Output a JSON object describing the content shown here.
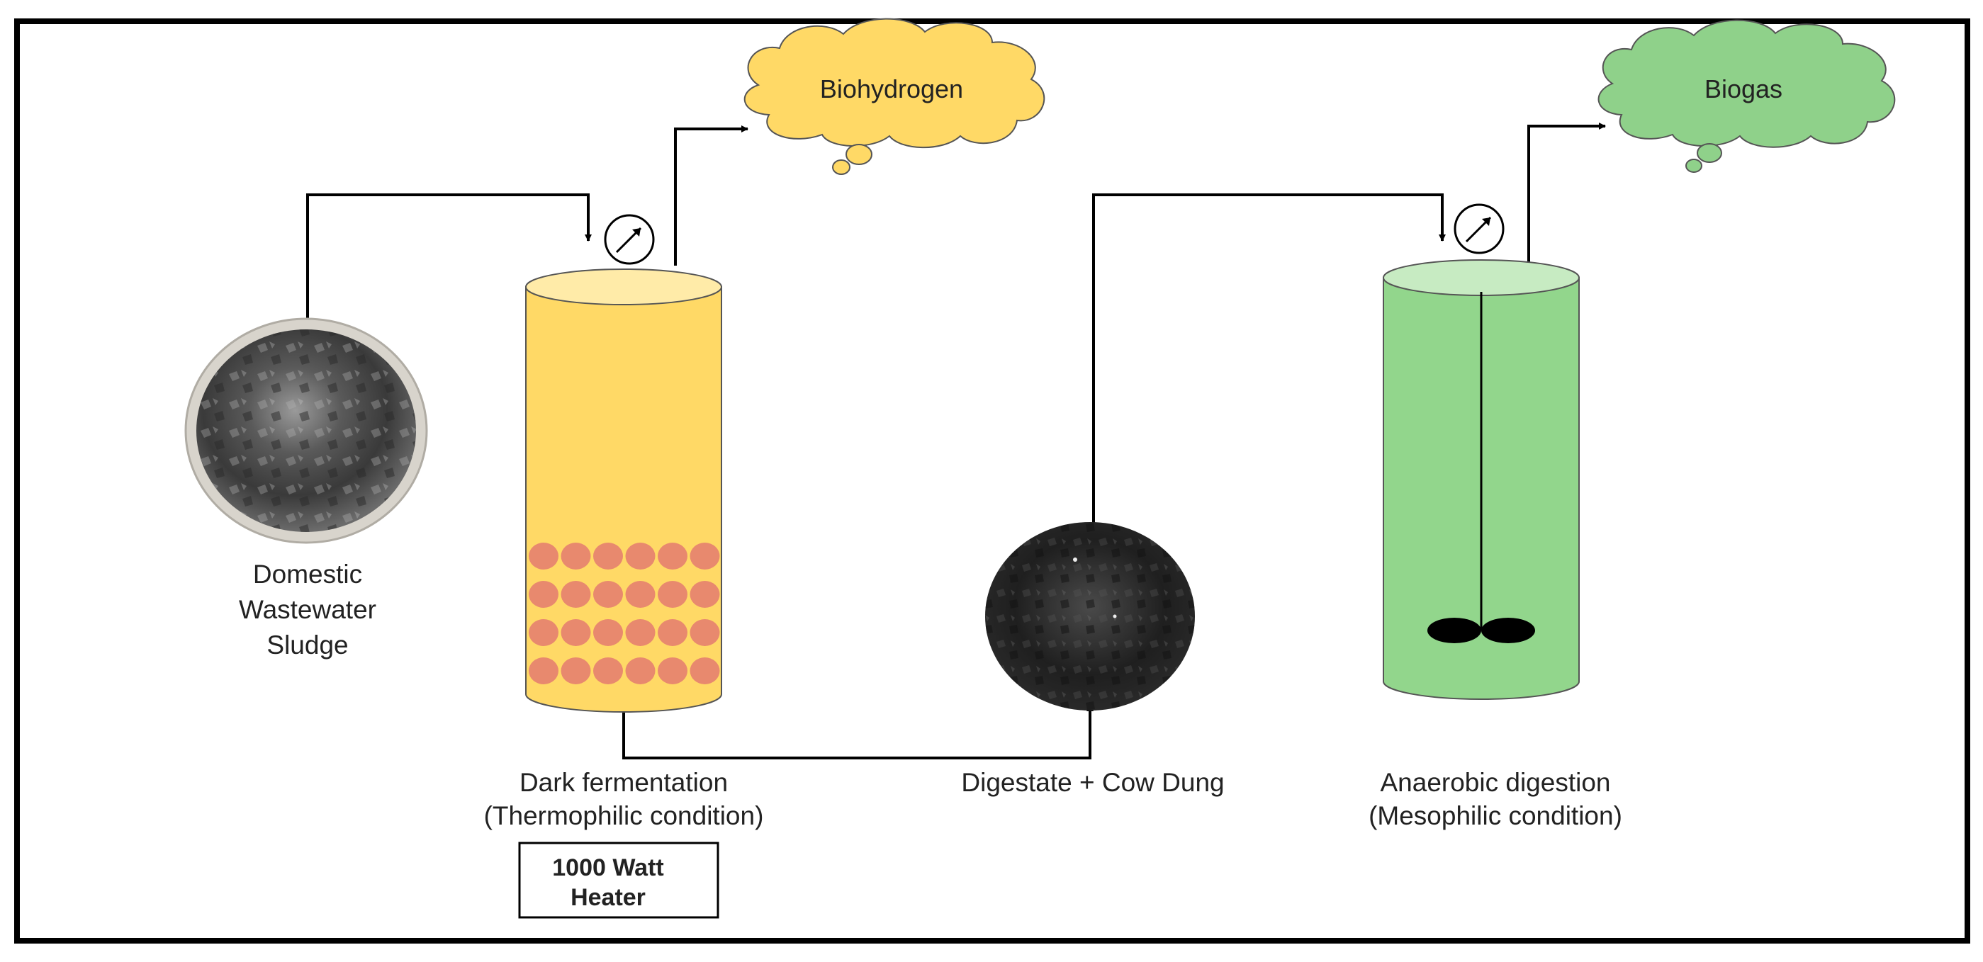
{
  "diagram": {
    "clouds": {
      "biohydrogen": "Biohydrogen",
      "biogas": "Biogas"
    },
    "labels": {
      "sludge": [
        "Domestic",
        "Wastewater",
        "Sludge"
      ],
      "dark_fermentation": [
        "Dark fermentation",
        "(Thermophilic condition)"
      ],
      "digestate": "Digestate + Cow Dung",
      "anaerobic": [
        "Anaerobic digestion",
        "(Mesophilic condition)"
      ],
      "heater": [
        "1000 Watt",
        "Heater"
      ]
    },
    "colors": {
      "yellow_reactor": "#FFD966",
      "yellow_reactor_top": "#FFEBA8",
      "yellow_cloud": "#FFD966",
      "heater_elements": "#E8896E",
      "green_reactor": "#92D68C",
      "green_reactor_top": "#C7EBC2",
      "green_cloud": "#8FD18A",
      "frame": "#000000"
    },
    "icons": {
      "gauge_1": "pressure-gauge-icon",
      "gauge_2": "pressure-gauge-icon",
      "stirrer": "impeller-icon"
    }
  }
}
